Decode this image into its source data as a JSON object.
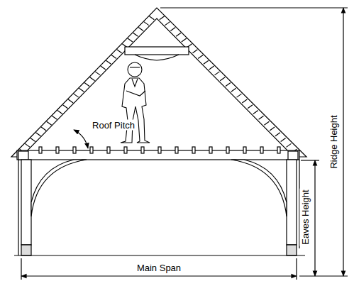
{
  "diagram": {
    "labels": [
      "Roof Pitch",
      "Ridge Height",
      "Eaves Height",
      "Main Span"
    ]
  }
}
